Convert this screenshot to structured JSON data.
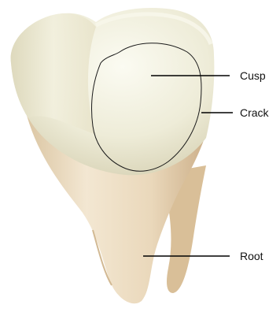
{
  "labels": {
    "cusp": "Cusp",
    "crack": "Crack",
    "root": "Root"
  },
  "colors": {
    "background": "#ffffff",
    "crown_light": "#f8f8ec",
    "crown_mid": "#e9e6cf",
    "root_light": "#f5ead6",
    "root_mid": "#e8d4b4",
    "root_shadow": "#d7bf9a",
    "crack_outline": "#1a1a1a",
    "leader_line": "#000000"
  }
}
